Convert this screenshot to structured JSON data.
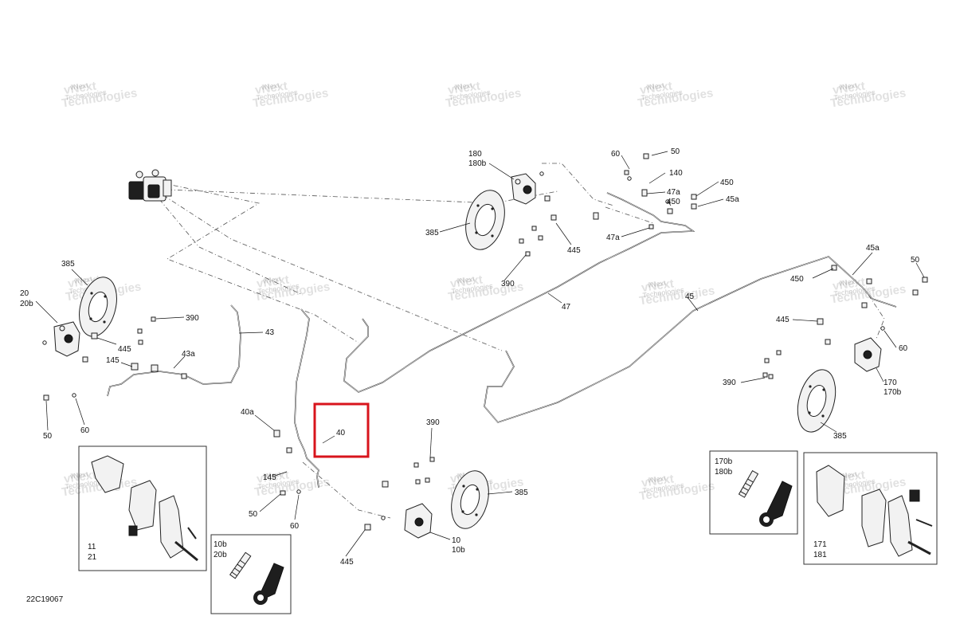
{
  "diagram_code": "22C19067",
  "watermark": {
    "line1": "vNext",
    "line2": "Technologies"
  },
  "highlight": {
    "label": "40",
    "color": "#d8141c"
  },
  "part_labels": {
    "p180": "180",
    "p180b": "180b",
    "p60_top": "60",
    "p50_top": "50",
    "p140": "140",
    "p47a_1": "47a",
    "p450_top": "450",
    "p450_r": "450",
    "p45a_top": "45a",
    "p47a_2": "47a",
    "p385_top": "385",
    "p445_top": "445",
    "p390_top": "390",
    "p47": "47",
    "p45": "45",
    "p385_left": "385",
    "p20": "20",
    "p20b": "20b",
    "p390_left": "390",
    "p445_left": "445",
    "p43": "43",
    "p43a": "43a",
    "p145_left": "145",
    "p50_left": "50",
    "p60_left": "60",
    "p40a": "40a",
    "p40": "40",
    "p145_mid": "145",
    "p50_mid": "50",
    "p60_mid": "60",
    "p390_bot": "390",
    "p385_bot": "385",
    "p445_bot": "445",
    "p10": "10",
    "p10b": "10b",
    "p45a_r": "45a",
    "p50_r": "50",
    "p450_mr": "450",
    "p445_r": "445",
    "p60_r": "60",
    "p390_r": "390",
    "p170": "170",
    "p170b": "170b",
    "p385_r": "385"
  },
  "insets": {
    "pads_left": {
      "line1": "11",
      "line2": "21"
    },
    "bleeder_left": {
      "line1": "10b",
      "line2": "20b"
    },
    "bleeder_right": {
      "line1": "170b",
      "line2": "180b"
    },
    "pads_right": {
      "line1": "171",
      "line2": "181"
    }
  }
}
